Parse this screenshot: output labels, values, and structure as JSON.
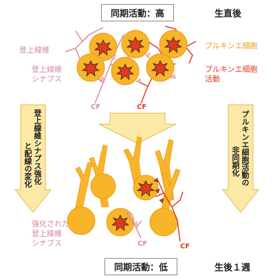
{
  "top": {
    "title": "同期活動：高",
    "age": "生直後"
  },
  "bottom": {
    "title": "同期活動：低",
    "age": "生後１週"
  },
  "labels": {
    "parallel_fiber": "登上線維",
    "parallel_fiber_synapse_1": "登上線維",
    "parallel_fiber_synapse_2": "シナプス",
    "purkinje_cell": "プルキンエ細胞",
    "purkinje_activity_1": "プルキンエ細胞",
    "purkinje_activity_2": "活動",
    "cf_top_left": "CF",
    "cf_top_right": "CF",
    "strengthened_1": "強化された",
    "strengthened_2": "登上線維",
    "strengthened_3": "シナプス",
    "cf_bottom_pink": "CF",
    "cf_bottom_red": "CF"
  },
  "side_arrows": {
    "left_col1": "登上線維シナプス強化",
    "left_col2": "と配線の変化",
    "right_col1": "プルキンエ細胞活動の",
    "right_col2": "非同期化"
  },
  "colors": {
    "cell_fill": "#f8b52a",
    "cell_stroke": "#e89a14",
    "purkinje_label": "#ef9a1c",
    "climbing_fiber_pink": "#d98a9a",
    "climbing_fiber_red": "#e23a1f",
    "arrow_fill": "#fde9a6",
    "arrow_stroke": "#e0b84a"
  }
}
